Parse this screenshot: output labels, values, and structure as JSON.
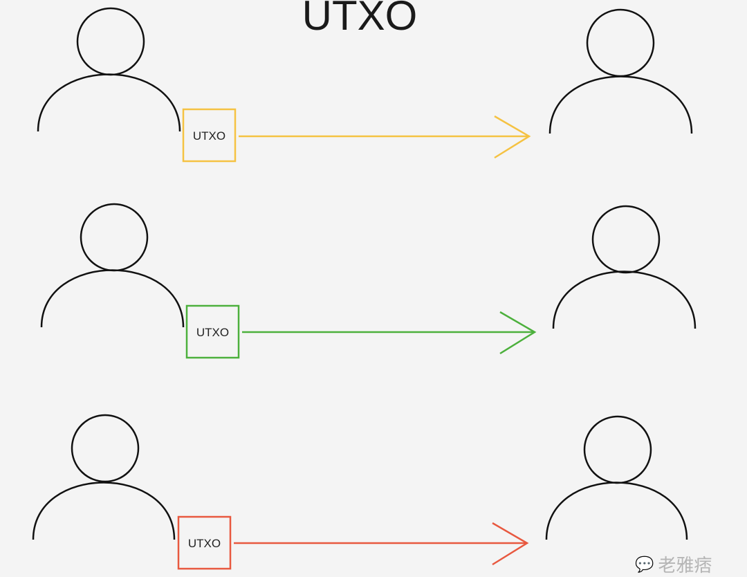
{
  "title": "UTXO",
  "rows": [
    {
      "label": "UTXO",
      "color": "#f5c242"
    },
    {
      "label": "UTXO",
      "color": "#4cb03c"
    },
    {
      "label": "UTXO",
      "color": "#e8583f"
    }
  ],
  "watermark": "老雅痞"
}
